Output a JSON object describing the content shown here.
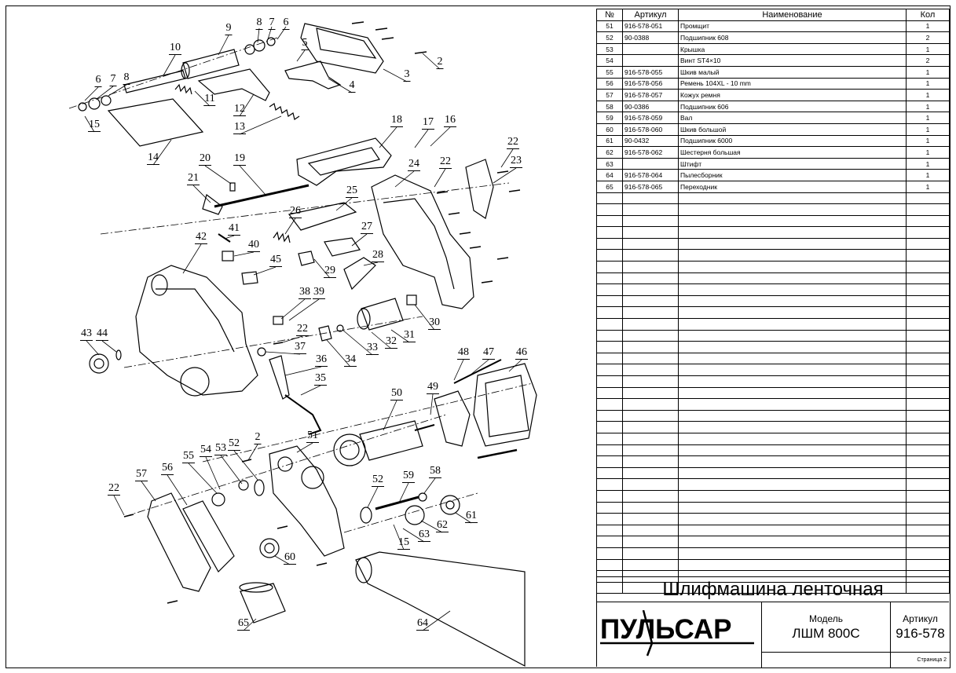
{
  "labels": [
    "9",
    "8",
    "7",
    "6",
    "10",
    "6",
    "7",
    "8",
    "5",
    "2",
    "3",
    "4",
    "11",
    "12",
    "13",
    "15",
    "14",
    "18",
    "17",
    "16",
    "20",
    "19",
    "21",
    "22",
    "24",
    "22",
    "23",
    "25",
    "26",
    "41",
    "40",
    "42",
    "27",
    "45",
    "28",
    "29",
    "38",
    "39",
    "30",
    "31",
    "32",
    "33",
    "22",
    "43",
    "44",
    "37",
    "34",
    "36",
    "35",
    "48",
    "47",
    "46",
    "50",
    "49",
    "2",
    "53",
    "52",
    "54",
    "55",
    "51",
    "57",
    "56",
    "22",
    "52",
    "59",
    "58",
    "61",
    "62",
    "63",
    "15",
    "60",
    "65",
    "64"
  ],
  "table": {
    "headers": [
      "№",
      "Артикул",
      "Наименование",
      "Кол"
    ],
    "rows": [
      [
        "51",
        "916-578-051",
        "Промщит",
        "1"
      ],
      [
        "52",
        "90-0388",
        "Подшипник 608",
        "2"
      ],
      [
        "53",
        "",
        "Крышка",
        "1"
      ],
      [
        "54",
        "",
        "Винт ST4×10",
        "2"
      ],
      [
        "55",
        "916-578-055",
        "Шкив малый",
        "1"
      ],
      [
        "56",
        "916-578-056",
        "Ремень    104XL - 10 mm",
        "1"
      ],
      [
        "57",
        "916-578-057",
        "Кожух ремня",
        "1"
      ],
      [
        "58",
        "90-0386",
        "Подшипник 606",
        "1"
      ],
      [
        "59",
        "916-578-059",
        "Вал",
        "1"
      ],
      [
        "60",
        "916-578-060",
        "Шкив большой",
        "1"
      ],
      [
        "61",
        "90-0432",
        "Подшипник 6000",
        "1"
      ],
      [
        "62",
        "916-578-062",
        "Шестерня большая",
        "1"
      ],
      [
        "63",
        "",
        "Штифт",
        "1"
      ],
      [
        "64",
        "916-578-064",
        "Пылесборник",
        "1"
      ],
      [
        "65",
        "916-578-065",
        "Переходник",
        "1"
      ]
    ],
    "empty_rows": 35
  },
  "title_block": {
    "product_name": "Шлифмашина ленточная",
    "brand": "ПУЛЬСАР",
    "model_caption": "Модель",
    "model_value": "ЛШМ 800С",
    "article_caption": "Артикул",
    "article_value": "916-578",
    "page": "Страница 2"
  }
}
